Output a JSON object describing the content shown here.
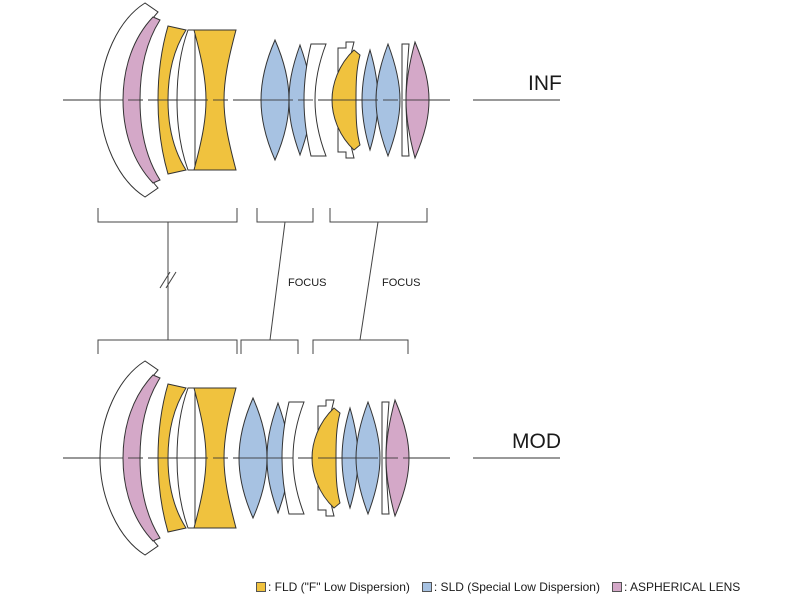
{
  "colors": {
    "fld": "#f0c23e",
    "sld": "#a7c2e2",
    "aspherical": "#d4a8c8",
    "plain": "#ffffff",
    "line": "#333333"
  },
  "states": {
    "inf": {
      "label": "INF"
    },
    "mod": {
      "label": "MOD"
    }
  },
  "groups": [
    {
      "name": "group-1",
      "moves_with_focus": false,
      "label": ""
    },
    {
      "name": "group-2",
      "moves_with_focus": true,
      "label": "FOCUS"
    },
    {
      "name": "group-3",
      "moves_with_focus": true,
      "label": "FOCUS"
    }
  ],
  "lens_elements": [
    {
      "id": 1,
      "type": "plain",
      "group": "group-1"
    },
    {
      "id": 2,
      "type": "aspherical",
      "group": "group-1"
    },
    {
      "id": 3,
      "type": "fld",
      "group": "group-1"
    },
    {
      "id": 4,
      "type": "plain",
      "group": "group-1"
    },
    {
      "id": 5,
      "type": "fld",
      "group": "group-1"
    },
    {
      "id": 6,
      "type": "sld",
      "group": "group-2"
    },
    {
      "id": 7,
      "type": "sld",
      "group": "group-2"
    },
    {
      "id": 8,
      "type": "plain",
      "group": "group-2"
    },
    {
      "id": 9,
      "type": "plain",
      "group": "group-3"
    },
    {
      "id": 10,
      "type": "fld",
      "group": "group-3"
    },
    {
      "id": 11,
      "type": "sld",
      "group": "group-3"
    },
    {
      "id": 12,
      "type": "sld",
      "group": "group-3"
    },
    {
      "id": 13,
      "type": "plain",
      "group": "group-3"
    },
    {
      "id": 14,
      "type": "aspherical",
      "group": "group-3"
    }
  ],
  "legend": {
    "fld": ": FLD (\"F\" Low Dispersion)",
    "sld": ": SLD (Special Low Dispersion)",
    "aspherical": ": ASPHERICAL LENS"
  }
}
